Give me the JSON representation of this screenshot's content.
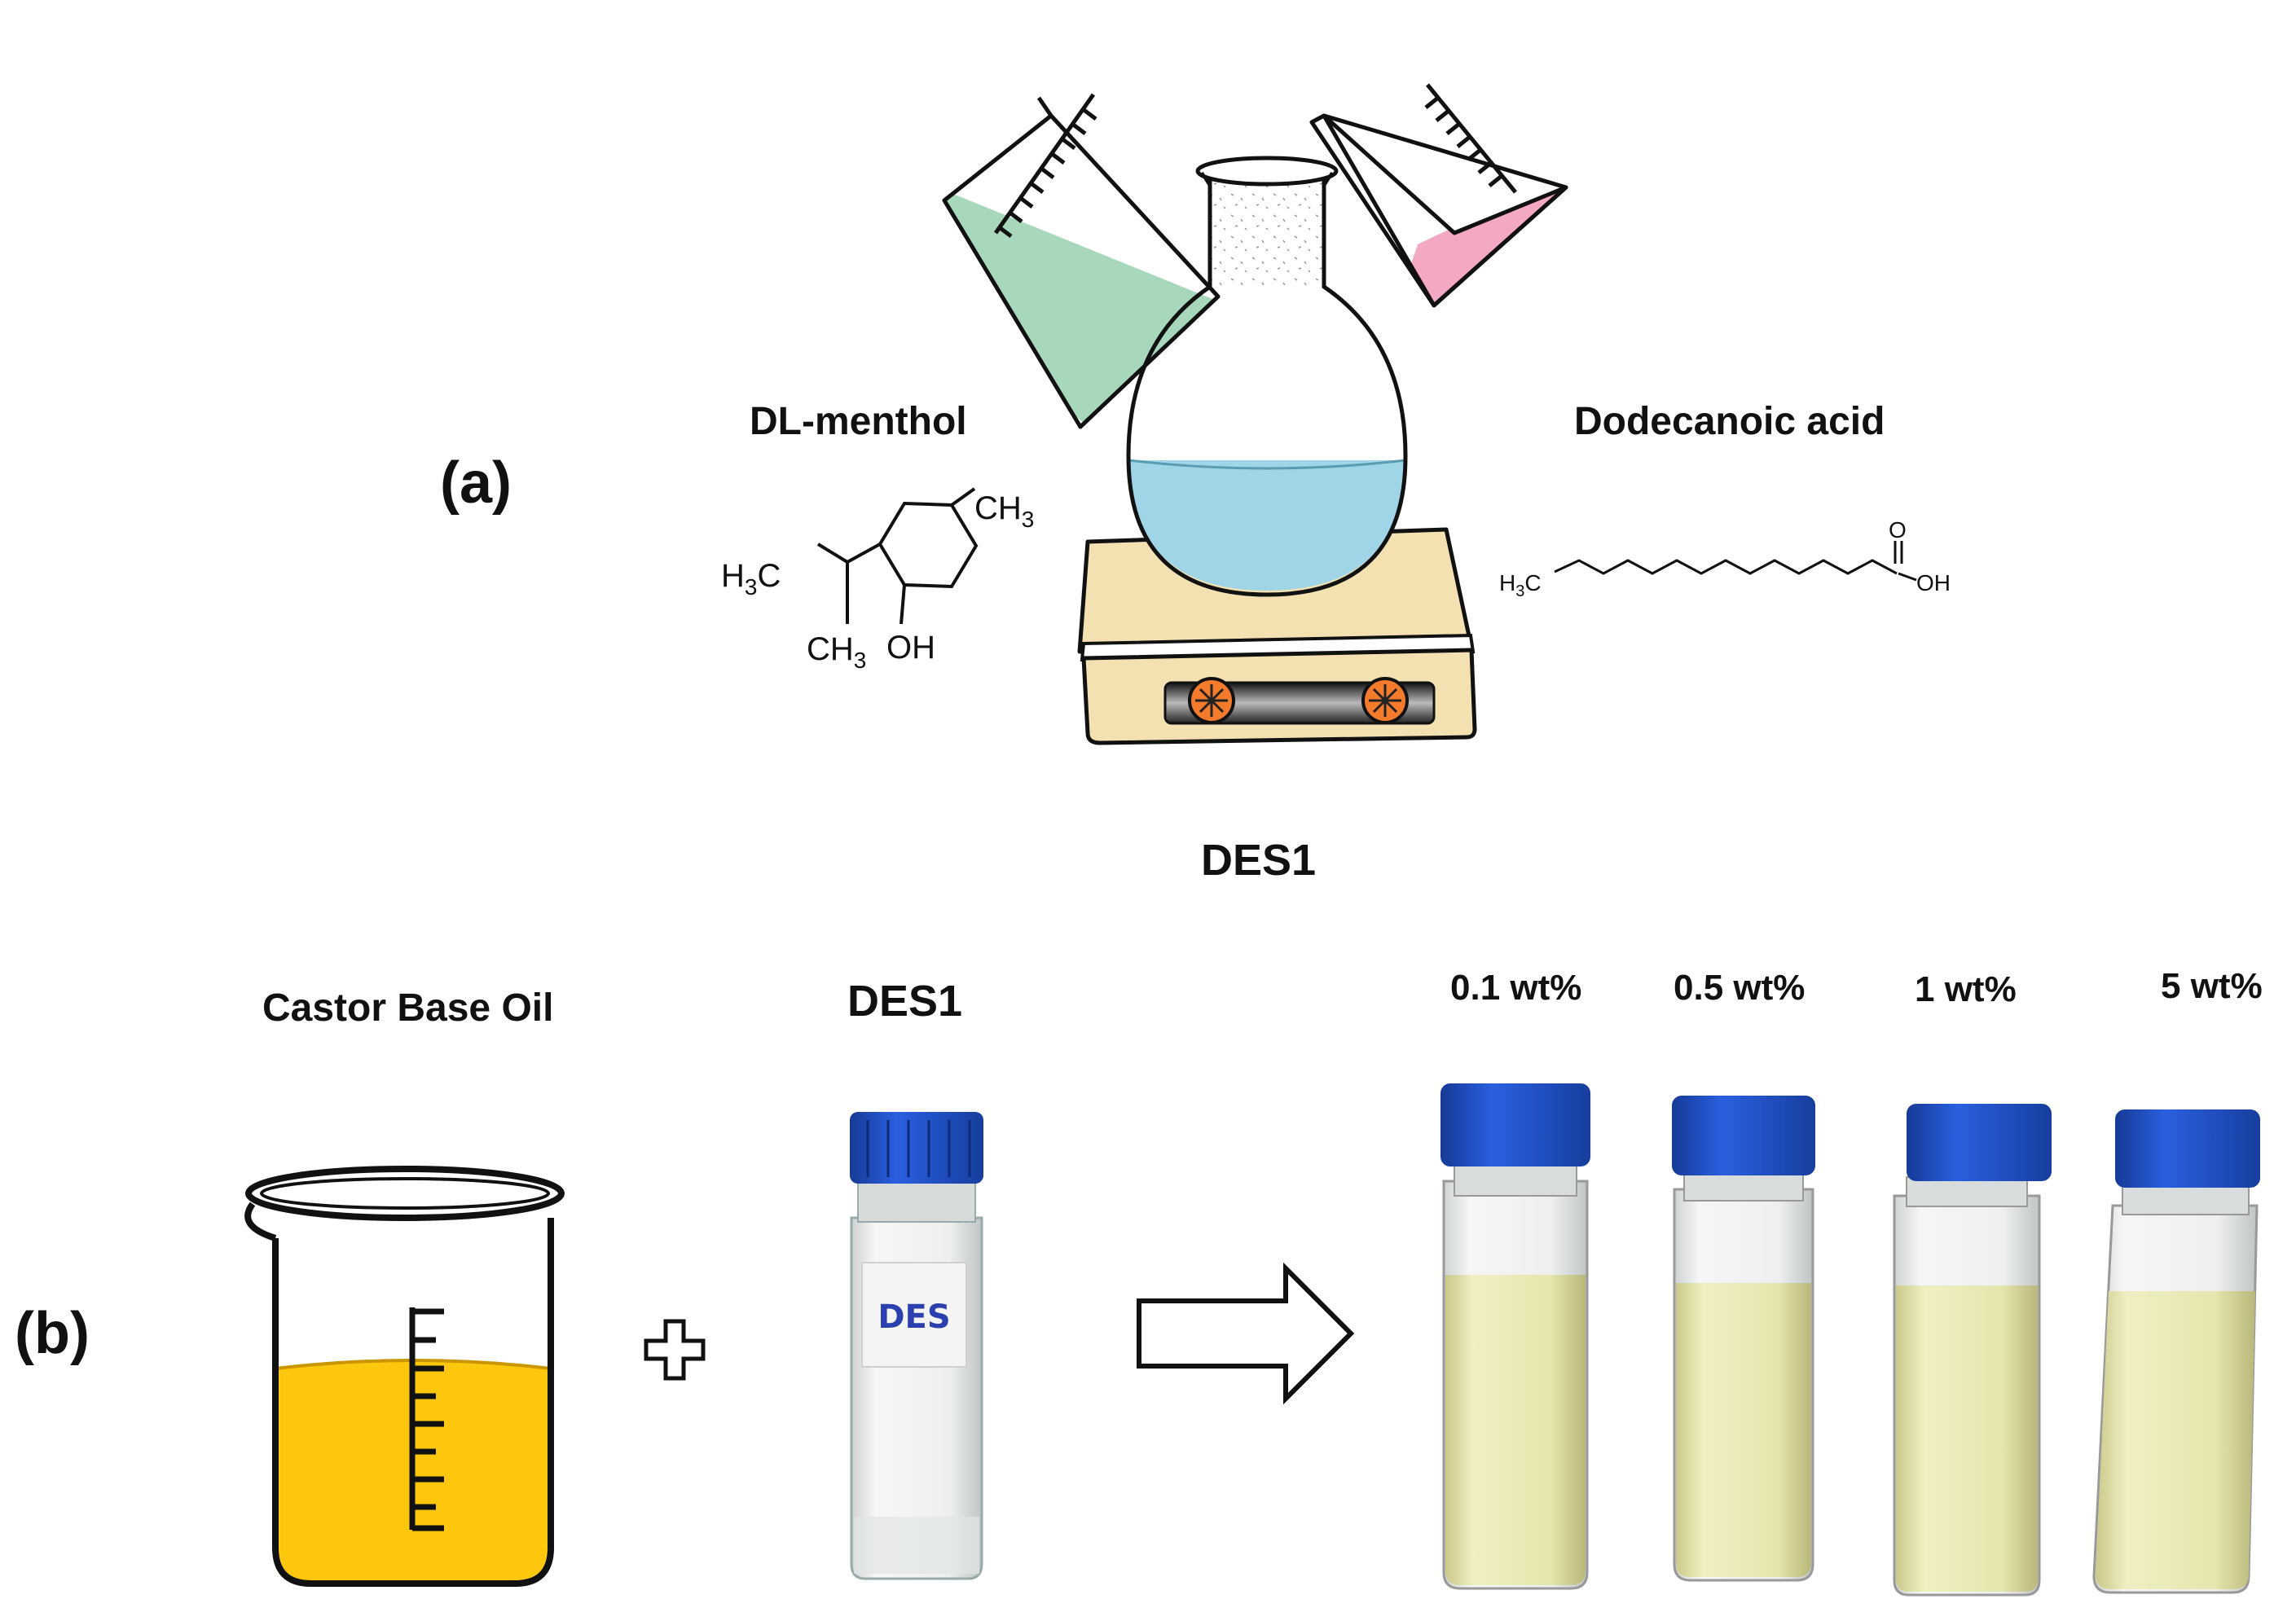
{
  "panel_a": {
    "label": "(a)",
    "left_compound": "DL-menthol",
    "right_compound": "Dodecanoic acid",
    "product": "DES1",
    "menthol_atoms": {
      "ch3_top": "CH",
      "h3c_h": "H",
      "h3c_c": "C",
      "ch3_bottom": "CH",
      "sub3": "3",
      "oh": "OH"
    },
    "acid_atoms": {
      "h3c_h": "H",
      "h3c_c": "C",
      "o": "O",
      "oh": "OH",
      "sub3": "3"
    },
    "colors": {
      "left_liquid": "#a8d8bc",
      "right_liquid": "#f5a8c4",
      "flask_liquid": "#9fd5e6",
      "hotplate": "#f3e1b2",
      "knob": "#f47a2c"
    }
  },
  "panel_b": {
    "label": "(b)",
    "base_oil": "Castor Base Oil",
    "additive": "DES1",
    "vial_label": "DES",
    "concentrations": [
      "0.1 wt%",
      "0.5 wt%",
      "1 wt%",
      "5 wt%"
    ],
    "colors": {
      "oil": "#fcc70d",
      "cap": "#1f4fc6",
      "sample": "#e8e8b0"
    }
  }
}
